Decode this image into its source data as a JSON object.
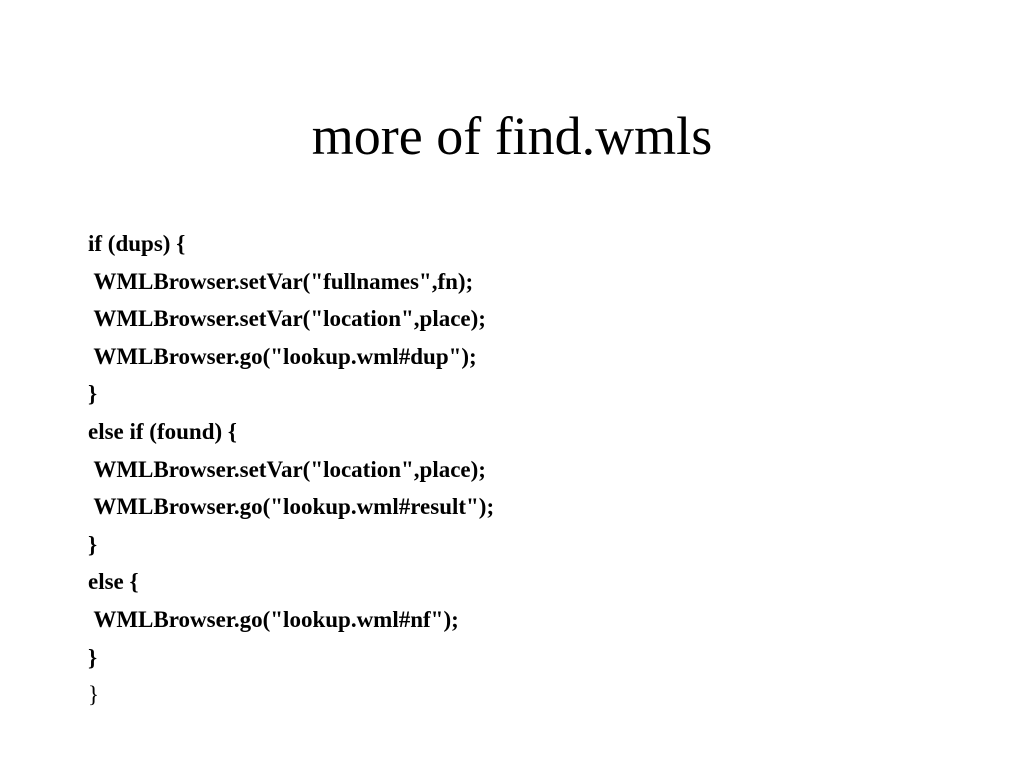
{
  "slide": {
    "title": "more of find.wmls",
    "lines": [
      {
        "text": "if (dups) {",
        "bold": true
      },
      {
        "text": " WMLBrowser.setVar(\"fullnames\",fn);",
        "bold": true
      },
      {
        "text": " WMLBrowser.setVar(\"location\",place);",
        "bold": true
      },
      {
        "text": " WMLBrowser.go(\"lookup.wml#dup\");",
        "bold": true
      },
      {
        "text": "}",
        "bold": true
      },
      {
        "text": "else if (found) {",
        "bold": true
      },
      {
        "text": " WMLBrowser.setVar(\"location\",place);",
        "bold": true
      },
      {
        "text": " WMLBrowser.go(\"lookup.wml#result\");",
        "bold": true
      },
      {
        "text": "}",
        "bold": true
      },
      {
        "text": "else {",
        "bold": true
      },
      {
        "text": " WMLBrowser.go(\"lookup.wml#nf\");",
        "bold": true
      },
      {
        "text": "}",
        "bold": true
      },
      {
        "text": "}",
        "bold": false
      }
    ]
  }
}
